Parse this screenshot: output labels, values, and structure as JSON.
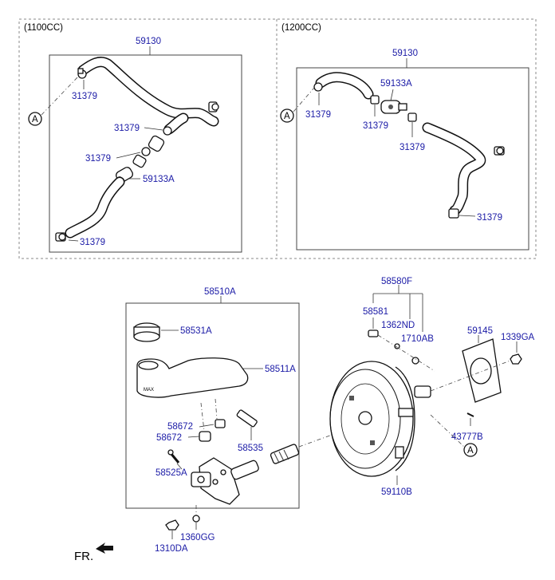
{
  "sections": {
    "top_left": "(1100CC)",
    "top_right": "(1200CC)"
  },
  "callouts": {
    "ref_left": "A",
    "ref_right": "A",
    "ref_bottom": "A"
  },
  "labels": {
    "tl_59130": "59130",
    "tl_31379_a": "31379",
    "tl_31379_b": "31379",
    "tl_31379_c": "31379",
    "tl_59133a": "59133A",
    "tl_31379_d": "31379",
    "tr_59130": "59130",
    "tr_59133a": "59133A",
    "tr_31379_a": "31379",
    "tr_31379_b": "31379",
    "tr_31379_c": "31379",
    "tr_31379_d": "31379",
    "b_58510a": "58510A",
    "b_58531a": "58531A",
    "b_58511a": "58511A",
    "b_58672_a": "58672",
    "b_58672_b": "58672",
    "b_58535": "58535",
    "b_58525a": "58525A",
    "b_1360gg": "1360GG",
    "b_1310da": "1310DA",
    "b_58580f": "58580F",
    "b_58581": "58581",
    "b_1362nd": "1362ND",
    "b_1710ab": "1710AB",
    "b_59145": "59145",
    "b_1339ga": "1339GA",
    "b_43777b": "43777B",
    "b_59110b": "59110B"
  },
  "front_indicator": "FR."
}
